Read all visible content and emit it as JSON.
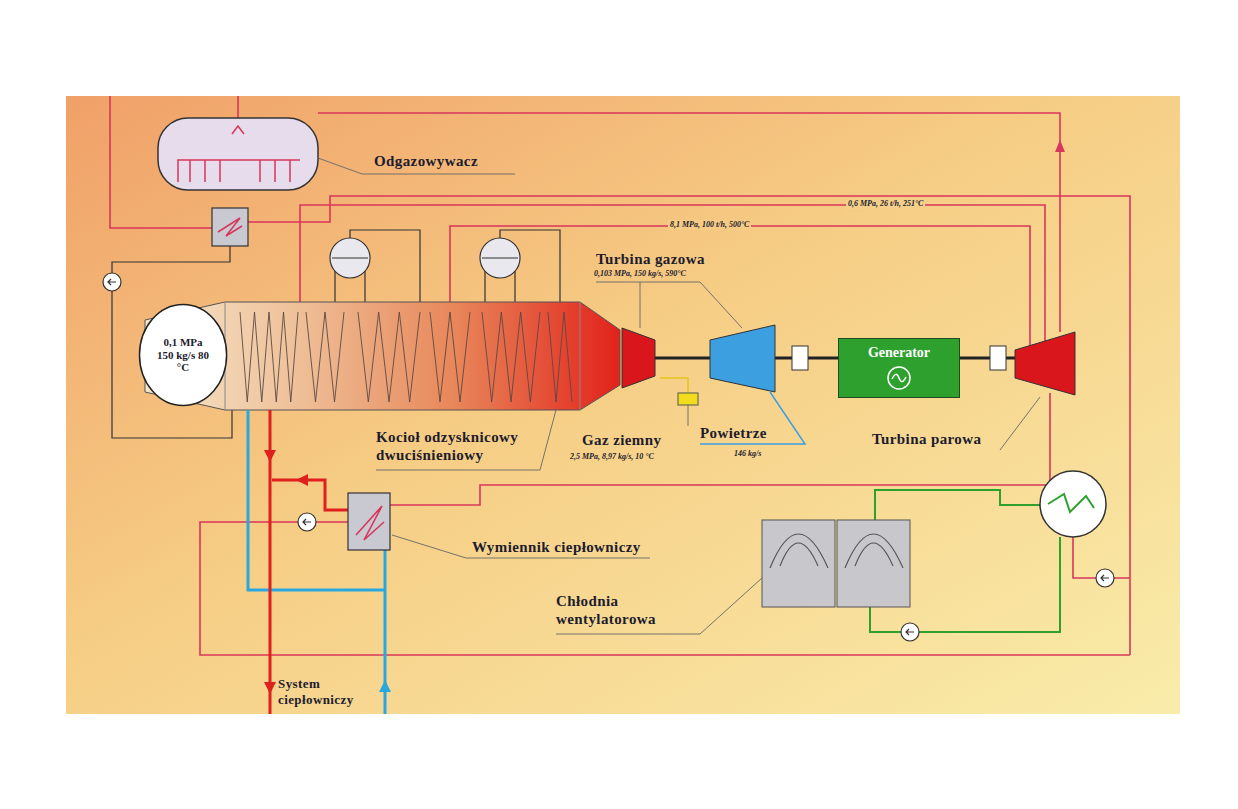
{
  "diagram": {
    "nodes": [
      {
        "text": [
          "0,1 MPa 150 kg/s 80 °C"
        ]
      },
      {
        "text": [
          "Generator"
        ]
      }
    ],
    "labels": [
      "Odgazowywacz",
      "0,6 MPa, 26 t/h, 251°C",
      "8,1 MPa, 100 t/h, 500°C",
      "Turbina gazowa",
      "0,103 MPa, 150 kg/s, 590°C",
      "Kocioł odzysknicowy dwuciśnieniowy",
      "Gaz ziemny",
      "2,5 MPa, 8,97 kg/s, 10 °C",
      "Powietrze",
      "146 kg/s",
      "Turbina parowa",
      "Wymiennik ciepłowniczy",
      "Chłodnia wentylatorowa",
      "System ciepłowniczy"
    ]
  }
}
